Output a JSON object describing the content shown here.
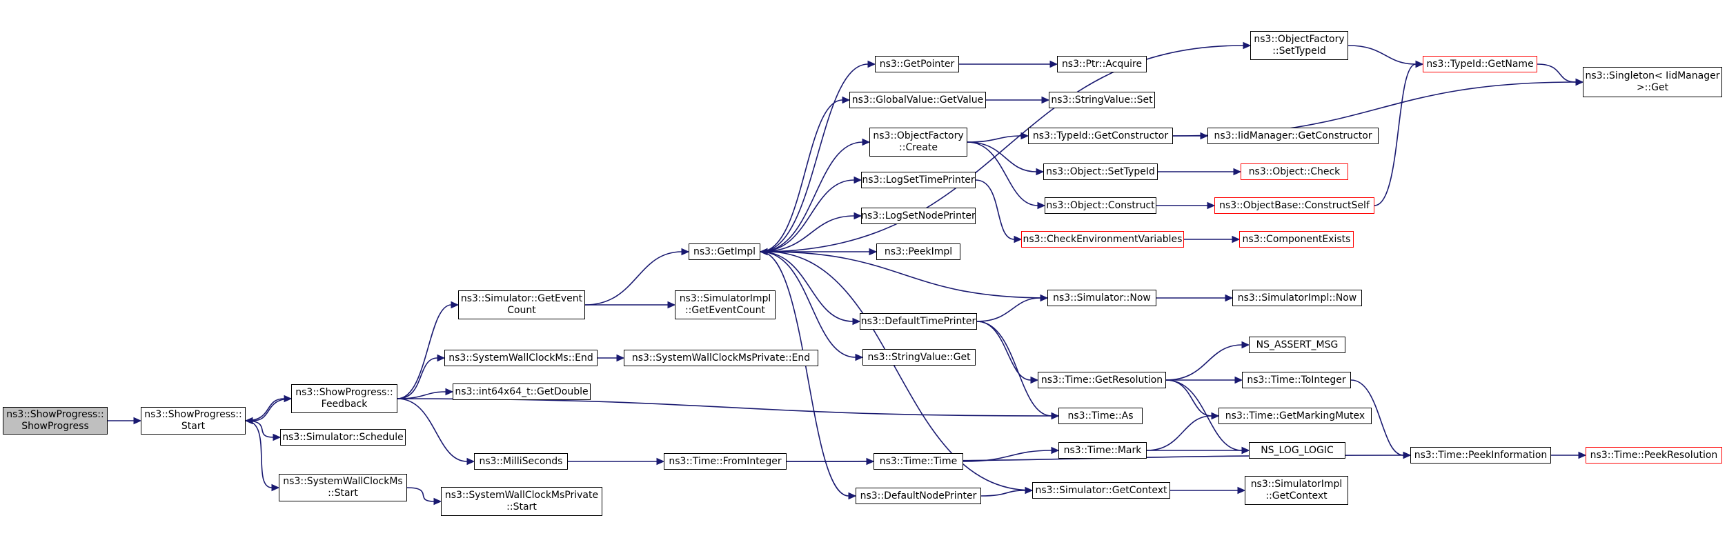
{
  "graph": {
    "edge_color": "#191970",
    "node_border_color": "#000000",
    "truncated_node_border_color": "#ff0000",
    "root_fill_color": "#bfbfbf",
    "nodes": [
      {
        "id": "showprogress_ctor",
        "lines": [
          "ns3::ShowProgress::",
          "ShowProgress"
        ]
      },
      {
        "id": "showprogress_start",
        "lines": [
          "ns3::ShowProgress::",
          "Start"
        ]
      },
      {
        "id": "showprogress_feedback",
        "lines": [
          "ns3::ShowProgress::",
          "Feedback"
        ]
      },
      {
        "id": "simulator_schedule",
        "lines": [
          "ns3::Simulator::Schedule"
        ]
      },
      {
        "id": "systemwallclockms_start",
        "lines": [
          "ns3::SystemWallClockMs",
          "::Start"
        ]
      },
      {
        "id": "systemwallclockmsprivate_start",
        "lines": [
          "ns3::SystemWallClockMsPrivate",
          "::Start"
        ]
      },
      {
        "id": "simulator_geteventcount",
        "lines": [
          "ns3::Simulator::GetEvent",
          "Count"
        ]
      },
      {
        "id": "systemwallclockms_end",
        "lines": [
          "ns3::SystemWallClockMs::End"
        ]
      },
      {
        "id": "int64x64_getdouble",
        "lines": [
          "ns3::int64x64_t::GetDouble"
        ]
      },
      {
        "id": "milliseconds",
        "lines": [
          "ns3::MilliSeconds"
        ]
      },
      {
        "id": "systemwallclockmsprivate_end",
        "lines": [
          "ns3::SystemWallClockMsPrivate::End"
        ]
      },
      {
        "id": "time_frominteger",
        "lines": [
          "ns3::Time::FromInteger"
        ]
      },
      {
        "id": "getimpl",
        "lines": [
          "ns3::GetImpl"
        ]
      },
      {
        "id": "simulatorimpl_geteventcount",
        "lines": [
          "ns3::SimulatorImpl",
          "::GetEventCount"
        ]
      },
      {
        "id": "time_time",
        "lines": [
          "ns3::Time::Time"
        ]
      },
      {
        "id": "getpointer",
        "lines": [
          "ns3::GetPointer"
        ]
      },
      {
        "id": "globalvalue_getvalue",
        "lines": [
          "ns3::GlobalValue::GetValue"
        ]
      },
      {
        "id": "objectfactory_create",
        "lines": [
          "ns3::ObjectFactory",
          "::Create"
        ]
      },
      {
        "id": "logsettimeprinter",
        "lines": [
          "ns3::LogSetTimePrinter"
        ]
      },
      {
        "id": "logsetnodeprinter",
        "lines": [
          "ns3::LogSetNodePrinter"
        ]
      },
      {
        "id": "peekimpl",
        "lines": [
          "ns3::PeekImpl"
        ]
      },
      {
        "id": "defaulttimeprinter",
        "lines": [
          "ns3::DefaultTimePrinter"
        ]
      },
      {
        "id": "stringvalue_get",
        "lines": [
          "ns3::StringValue::Get"
        ]
      },
      {
        "id": "defaultnodeprinter",
        "lines": [
          "ns3::DefaultNodePrinter"
        ]
      },
      {
        "id": "objectfactory_settypeid",
        "lines": [
          "ns3::ObjectFactory",
          "::SetTypeId"
        ]
      },
      {
        "id": "ptr_acquire",
        "lines": [
          "ns3::Ptr::Acquire"
        ]
      },
      {
        "id": "stringvalue_set",
        "lines": [
          "ns3::StringValue::Set"
        ]
      },
      {
        "id": "typeid_getconstructor",
        "lines": [
          "ns3::TypeId::GetConstructor"
        ]
      },
      {
        "id": "object_settypeid",
        "lines": [
          "ns3::Object::SetTypeId"
        ]
      },
      {
        "id": "object_construct",
        "lines": [
          "ns3::Object::Construct"
        ]
      },
      {
        "id": "checkenvironmentvariables",
        "lines": [
          "ns3::CheckEnvironmentVariables"
        ],
        "truncated": true
      },
      {
        "id": "simulator_now",
        "lines": [
          "ns3::Simulator::Now"
        ]
      },
      {
        "id": "time_getresolution",
        "lines": [
          "ns3::Time::GetResolution"
        ]
      },
      {
        "id": "time_as",
        "lines": [
          "ns3::Time::As"
        ]
      },
      {
        "id": "time_mark",
        "lines": [
          "ns3::Time::Mark"
        ]
      },
      {
        "id": "simulator_getcontext",
        "lines": [
          "ns3::Simulator::GetContext"
        ]
      },
      {
        "id": "typeid_getname",
        "lines": [
          "ns3::TypeId::GetName"
        ],
        "truncated": true
      },
      {
        "id": "iidmanager_getconstructor",
        "lines": [
          "ns3::IidManager::GetConstructor"
        ]
      },
      {
        "id": "object_check",
        "lines": [
          "ns3::Object::Check"
        ],
        "truncated": true
      },
      {
        "id": "objectbase_constructself",
        "lines": [
          "ns3::ObjectBase::ConstructSelf"
        ],
        "truncated": true
      },
      {
        "id": "componentexists",
        "lines": [
          "ns3::ComponentExists"
        ],
        "truncated": true
      },
      {
        "id": "simulatorimpl_now",
        "lines": [
          "ns3::SimulatorImpl::Now"
        ]
      },
      {
        "id": "ns_assert_msg",
        "lines": [
          "NS_ASSERT_MSG"
        ]
      },
      {
        "id": "time_tointeger",
        "lines": [
          "ns3::Time::ToInteger"
        ]
      },
      {
        "id": "time_getmarkingmutex",
        "lines": [
          "ns3::Time::GetMarkingMutex"
        ]
      },
      {
        "id": "ns_log_logic",
        "lines": [
          "NS_LOG_LOGIC"
        ]
      },
      {
        "id": "simulatorimpl_getcontext",
        "lines": [
          "ns3::SimulatorImpl",
          "::GetContext"
        ]
      },
      {
        "id": "singleton_get",
        "lines": [
          "ns3::Singleton< IidManager",
          " >::Get"
        ]
      },
      {
        "id": "time_peekinformation",
        "lines": [
          "ns3::Time::PeekInformation"
        ]
      },
      {
        "id": "time_peekresolution",
        "lines": [
          "ns3::Time::PeekResolution"
        ],
        "truncated": true
      }
    ],
    "edges": [
      [
        "showprogress_ctor",
        "showprogress_start"
      ],
      [
        "showprogress_start",
        "showprogress_feedback"
      ],
      [
        "showprogress_start",
        "simulator_schedule"
      ],
      [
        "showprogress_start",
        "systemwallclockms_start"
      ],
      [
        "showprogress_feedback",
        "showprogress_start"
      ],
      [
        "showprogress_feedback",
        "simulator_geteventcount"
      ],
      [
        "showprogress_feedback",
        "systemwallclockms_end"
      ],
      [
        "showprogress_feedback",
        "int64x64_getdouble"
      ],
      [
        "showprogress_feedback",
        "milliseconds"
      ],
      [
        "showprogress_feedback",
        "time_as"
      ],
      [
        "systemwallclockms_start",
        "systemwallclockmsprivate_start"
      ],
      [
        "simulator_geteventcount",
        "getimpl"
      ],
      [
        "simulator_geteventcount",
        "simulatorimpl_geteventcount"
      ],
      [
        "systemwallclockms_end",
        "systemwallclockmsprivate_end"
      ],
      [
        "milliseconds",
        "time_frominteger"
      ],
      [
        "time_frominteger",
        "time_time"
      ],
      [
        "time_frominteger",
        "time_peekinformation"
      ],
      [
        "getimpl",
        "getpointer"
      ],
      [
        "getimpl",
        "globalvalue_getvalue"
      ],
      [
        "getimpl",
        "objectfactory_create"
      ],
      [
        "getimpl",
        "logsettimeprinter"
      ],
      [
        "getimpl",
        "logsetnodeprinter"
      ],
      [
        "getimpl",
        "peekimpl"
      ],
      [
        "getimpl",
        "defaulttimeprinter"
      ],
      [
        "getimpl",
        "stringvalue_get"
      ],
      [
        "getimpl",
        "defaultnodeprinter"
      ],
      [
        "getimpl",
        "objectfactory_settypeid"
      ],
      [
        "getpointer",
        "ptr_acquire"
      ],
      [
        "globalvalue_getvalue",
        "stringvalue_set"
      ],
      [
        "objectfactory_create",
        "typeid_getconstructor"
      ],
      [
        "objectfactory_create",
        "object_settypeid"
      ],
      [
        "objectfactory_create",
        "object_construct"
      ],
      [
        "logsettimeprinter",
        "checkenvironmentvariables"
      ],
      [
        "defaulttimeprinter",
        "simulator_now"
      ],
      [
        "defaulttimeprinter",
        "time_getresolution"
      ],
      [
        "defaulttimeprinter",
        "time_as"
      ],
      [
        "defaultnodeprinter",
        "simulator_getcontext"
      ],
      [
        "simulator_now",
        "getimpl"
      ],
      [
        "simulator_now",
        "simulatorimpl_now"
      ],
      [
        "simulator_getcontext",
        "getimpl"
      ],
      [
        "simulator_getcontext",
        "simulatorimpl_getcontext"
      ],
      [
        "objectfactory_settypeid",
        "typeid_getname"
      ],
      [
        "typeid_getname",
        "singleton_get"
      ],
      [
        "typeid_getconstructor",
        "iidmanager_getconstructor"
      ],
      [
        "typeid_getconstructor",
        "singleton_get"
      ],
      [
        "object_settypeid",
        "object_check"
      ],
      [
        "object_construct",
        "objectbase_constructself"
      ],
      [
        "objectbase_constructself",
        "typeid_getname"
      ],
      [
        "checkenvironmentvariables",
        "componentexists"
      ],
      [
        "time_getresolution",
        "ns_assert_msg"
      ],
      [
        "time_getresolution",
        "time_tointeger"
      ],
      [
        "time_getresolution",
        "time_getmarkingmutex"
      ],
      [
        "time_getresolution",
        "ns_log_logic"
      ],
      [
        "time_time",
        "time_mark"
      ],
      [
        "time_mark",
        "time_getmarkingmutex"
      ],
      [
        "time_mark",
        "ns_log_logic"
      ],
      [
        "time_tointeger",
        "time_peekinformation"
      ],
      [
        "time_peekinformation",
        "time_peekresolution"
      ]
    ]
  }
}
